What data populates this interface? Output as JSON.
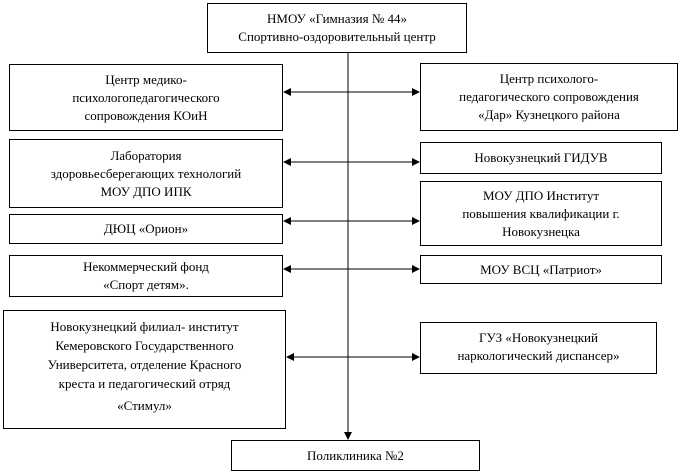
{
  "top": {
    "lines": [
      "НМОУ «Гимназия №  44»",
      "Спортивно-оздоровительный центр"
    ]
  },
  "left": [
    {
      "lines": [
        "Центр медико-",
        "психологопедагогического",
        "сопровождения КОиН"
      ]
    },
    {
      "lines": [
        "Лаборатория",
        "здоровьесберегающих технологий",
        "МОУ ДПО ИПК"
      ]
    },
    {
      "lines": [
        "ДЮЦ «Орион»"
      ]
    },
    {
      "lines": [
        "Некоммерческий фонд",
        "«Спорт детям»."
      ]
    },
    {
      "lines": [
        "Новокузнецкий филиал- институт",
        "Кемеровского Государственного",
        "Университета, отделение Красного",
        "креста и педагогический отряд",
        "«Стимул»"
      ]
    }
  ],
  "right": [
    {
      "lines": [
        "Центр психолого-",
        "педагогического сопровождения",
        "«Дар» Кузнецкого района"
      ]
    },
    {
      "lines": [
        "Новокузнецкий ГИДУВ"
      ]
    },
    {
      "lines": [
        "МОУ ДПО Институт",
        "повышения квалификации  г.",
        "Новокузнецка"
      ]
    },
    {
      "lines": [
        "МОУ ВСЦ «Патриот»"
      ]
    },
    {
      "lines": [
        "ГУЗ «Новокузнецкий",
        "наркологический диспансер»"
      ]
    }
  ],
  "bottom": {
    "lines": [
      "Поликлиника №2"
    ]
  }
}
